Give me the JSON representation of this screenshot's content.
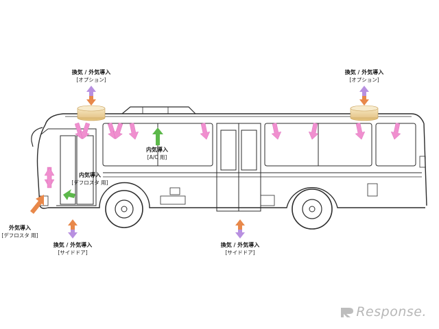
{
  "labels": {
    "roof_front": {
      "line1": "換気 / 外気導入",
      "line2": "[オプション]"
    },
    "roof_rear": {
      "line1": "換気 / 外気導入",
      "line2": "[オプション]"
    },
    "interior_ac": {
      "line1": "内気導入",
      "line2": "[A/C 用]"
    },
    "interior_defrost": {
      "line1": "内気導入",
      "line2": "[デフロスタ 用]"
    },
    "exterior_defrost": {
      "line1": "外気導入",
      "line2": "[デフロスタ 用]"
    },
    "side_door_front": {
      "line1": "換気 / 外気導入",
      "line2": "[サイドドア]"
    },
    "side_door_mid": {
      "line1": "換気 / 外気導入",
      "line2": "[サイドドア]"
    }
  },
  "watermark": "Response.",
  "colors": {
    "outline": "#2b2b2b",
    "vent_unit": "#f1d9a6",
    "pink_arrow": "#f08fcf",
    "purple_arrow": "#b890e0",
    "orange_arrow": "#e8884a",
    "green_arrow": "#5cb84a",
    "watermark": "#b7b7b7"
  }
}
